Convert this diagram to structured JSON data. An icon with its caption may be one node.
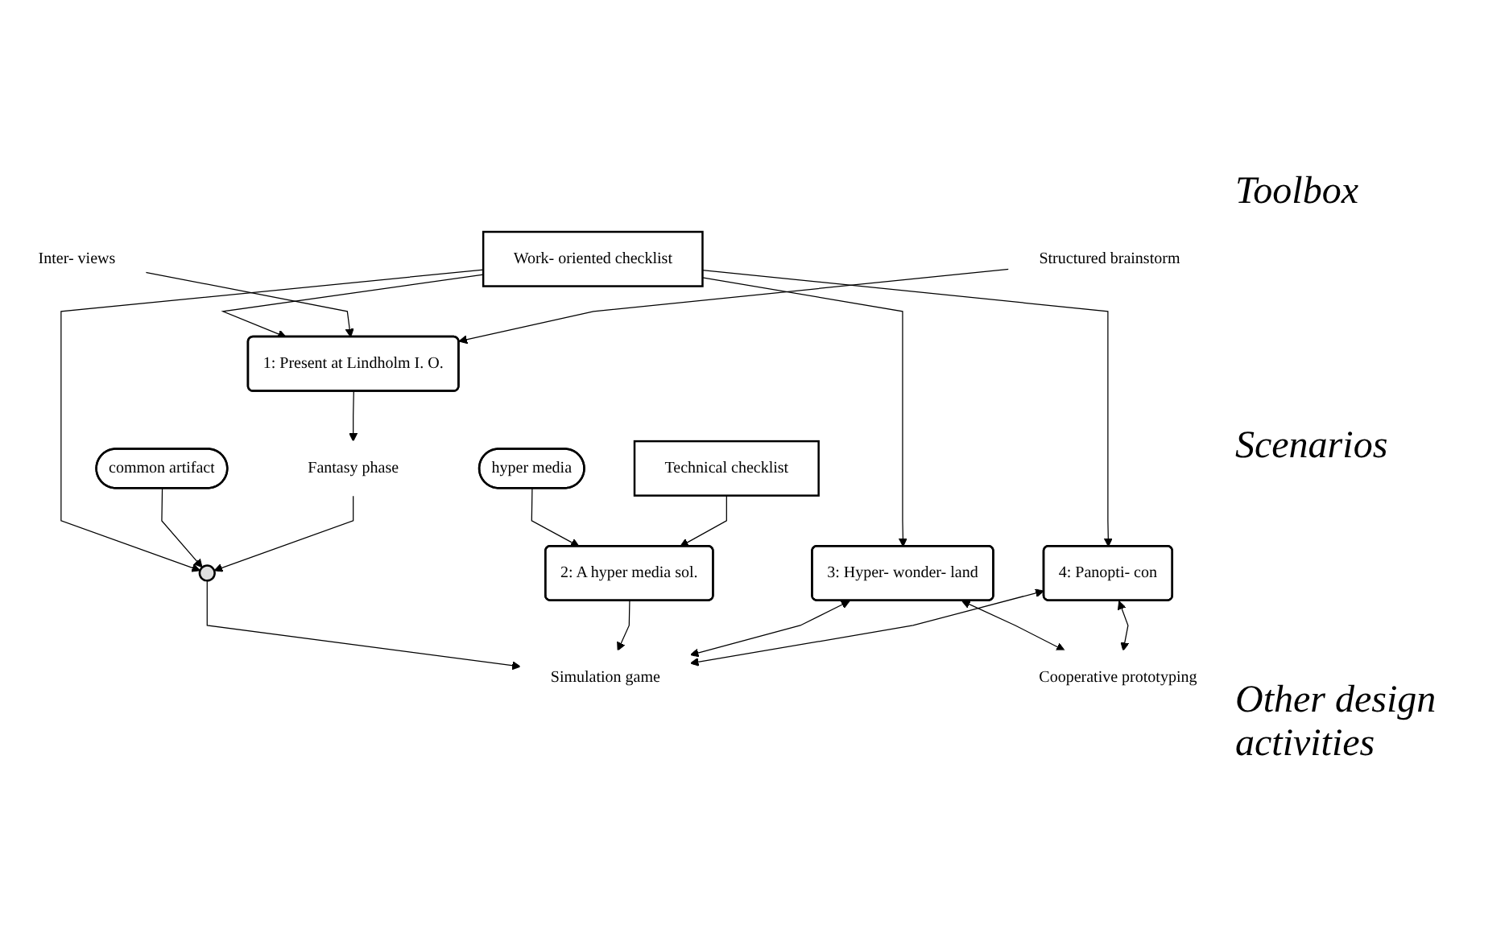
{
  "diagram": {
    "nodes": [
      {
        "text": [
          "Work- oriented checklist"
        ]
      },
      {
        "text": [
          "common artifact"
        ]
      },
      {
        "text": [
          "hyper media"
        ]
      },
      {
        "text": [
          "Technical checklist"
        ]
      },
      {
        "text": [
          "1: Present at Lindholm I. O."
        ]
      },
      {
        "text": [],
        "shape": "cloud"
      },
      {
        "text": [
          "2: A hyper media sol."
        ]
      },
      {
        "text": [
          "3: Hyper- wonder- land"
        ]
      },
      {
        "text": [
          "4: Panopti- con"
        ]
      },
      {
        "text": [
          "Inter- views"
        ]
      },
      {
        "text": [
          "Structured brainstorm"
        ]
      },
      {
        "text": [
          "Fantasy phase"
        ]
      },
      {
        "text": [
          "Simulation game"
        ]
      },
      {
        "text": [
          "Cooperative prototyping"
        ]
      }
    ],
    "edges": [
      {
        "from": 0,
        "to": 4,
        "arrow": "to"
      },
      {
        "from": 0,
        "to": 5,
        "arrow": "to"
      },
      {
        "from": 1,
        "to": 5,
        "arrow": "to"
      },
      {
        "from": 2,
        "to": 6,
        "arrow": "to"
      },
      {
        "from": 3,
        "to": 6,
        "arrow": "to"
      },
      {
        "from": 0,
        "to": 7,
        "arrow": "to"
      },
      {
        "from": 0,
        "to": 8,
        "arrow": "to"
      },
      {
        "from": 9,
        "to": 4,
        "arrow": "to"
      },
      {
        "from": 10,
        "to": 4,
        "arrow": "to"
      },
      {
        "from": 4,
        "to": 11,
        "arrow": "to"
      },
      {
        "from": 11,
        "to": 5,
        "arrow": "to"
      },
      {
        "from": 5,
        "to": 12,
        "arrow": "to"
      },
      {
        "from": 6,
        "to": 12,
        "arrow": "to"
      },
      {
        "from": 7,
        "to": 12,
        "arrow": "both"
      },
      {
        "from": 8,
        "to": 12,
        "arrow": "both"
      },
      {
        "from": 7,
        "to": 13,
        "arrow": "both"
      },
      {
        "from": 8,
        "to": 13,
        "arrow": "both"
      }
    ],
    "labels": [
      "Toolbox",
      "Scenarios",
      "Other design activities"
    ]
  }
}
